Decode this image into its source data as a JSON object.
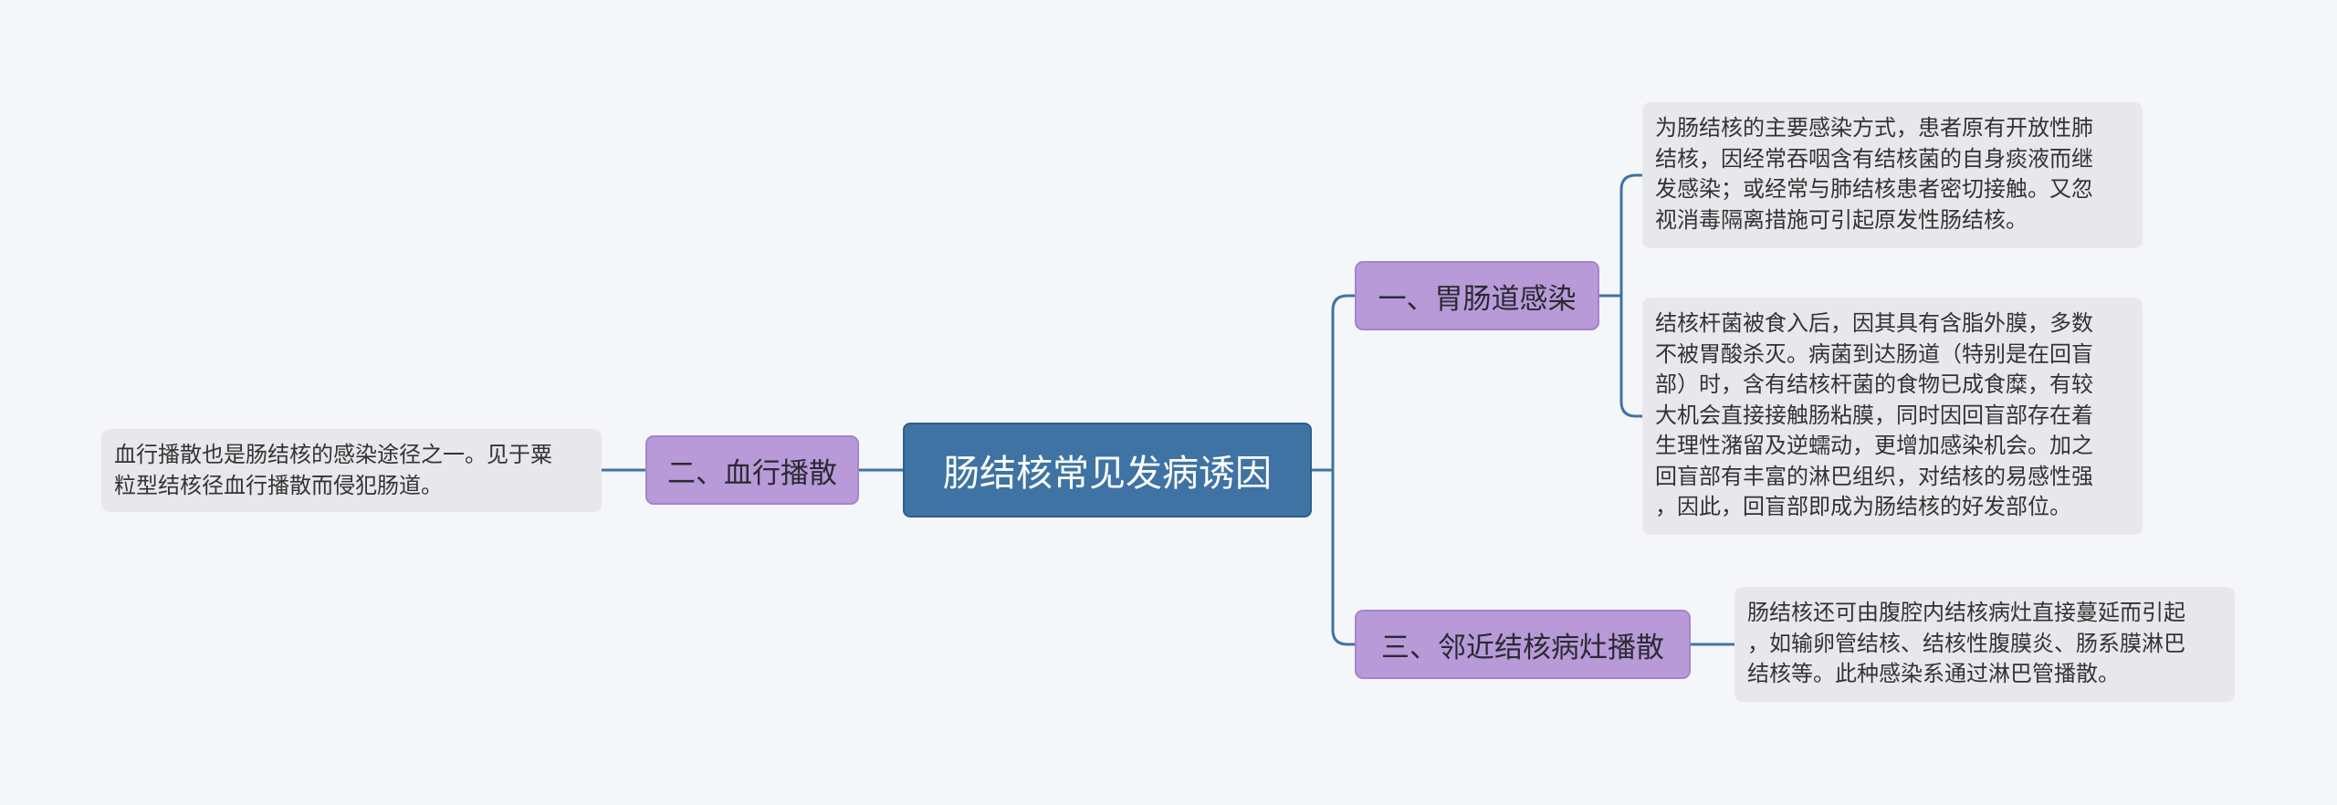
{
  "mindmap": {
    "root": {
      "label": "肠结核常见发病诱因"
    },
    "branches": [
      {
        "label": "一、胃肠道感染",
        "notes": [
          {
            "lines": [
              "为肠结核的主要感染方式，患者原有开放性肺",
              "结核，因经常吞咽含有结核菌的自身痰液而继",
              "发感染；或经常与肺结核患者密切接触。又忽",
              "视消毒隔离措施可引起原发性肠结核。"
            ]
          },
          {
            "lines": [
              "结核杆菌被食入后，因其具有含脂外膜，多数",
              "不被胃酸杀灭。病菌到达肠道（特别是在回盲",
              "部）时，含有结核杆菌的食物已成食糜，有较",
              "大机会直接接触肠粘膜，同时因回盲部存在着",
              "生理性潴留及逆蠕动，更增加感染机会。加之",
              "回盲部有丰富的淋巴组织，对结核的易感性强",
              "，因此，回盲部即成为肠结核的好发部位。"
            ]
          }
        ]
      },
      {
        "label": "二、血行播散",
        "notes": [
          {
            "lines": [
              "血行播散也是肠结核的感染途径之一。见于粟",
              "粒型结核径血行播散而侵犯肠道。"
            ]
          }
        ]
      },
      {
        "label": "三、邻近结核病灶播散",
        "notes": [
          {
            "lines": [
              "肠结核还可由腹腔内结核病灶直接蔓延而引起",
              "，如输卵管结核、结核性腹膜炎、肠系膜淋巴",
              "结核等。此种感染系通过淋巴管播散。"
            ]
          }
        ]
      }
    ],
    "colors": {
      "background": "#f5f6f9",
      "root": "#3e73a3",
      "branch": "#b89ad8",
      "leaf": "#e8e8ec",
      "connector": "#3e73a3"
    }
  }
}
